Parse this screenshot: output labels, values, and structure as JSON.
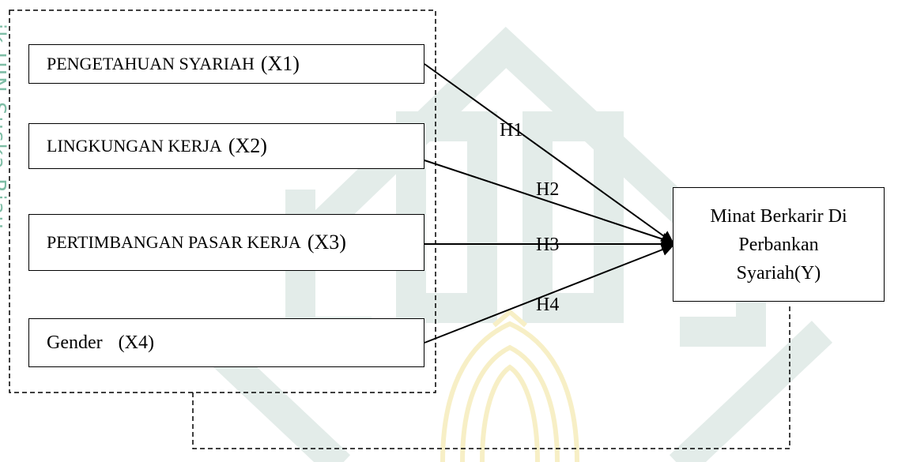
{
  "variables": [
    {
      "label": "PENGETAHUAN SYARIAH",
      "code": "(X1)"
    },
    {
      "label": "LINGKUNGAN KERJA",
      "code": "(X2)"
    },
    {
      "label": "PERTIMBANGAN PASAR KERJA",
      "code": "(X3)"
    },
    {
      "label": "Gender",
      "code": "(X4)"
    }
  ],
  "target": {
    "line1": "Minat Berkarir Di",
    "line2": "Perbankan",
    "line3": "Syariah(Y)"
  },
  "hypotheses": [
    "H1",
    "H2",
    "H3",
    "H4"
  ],
  "watermark": {
    "text": "ik UIN Suska Riau",
    "color": "#6fb69c",
    "logo_color": "#e3ece9",
    "crown_color": "#f7efc6"
  }
}
